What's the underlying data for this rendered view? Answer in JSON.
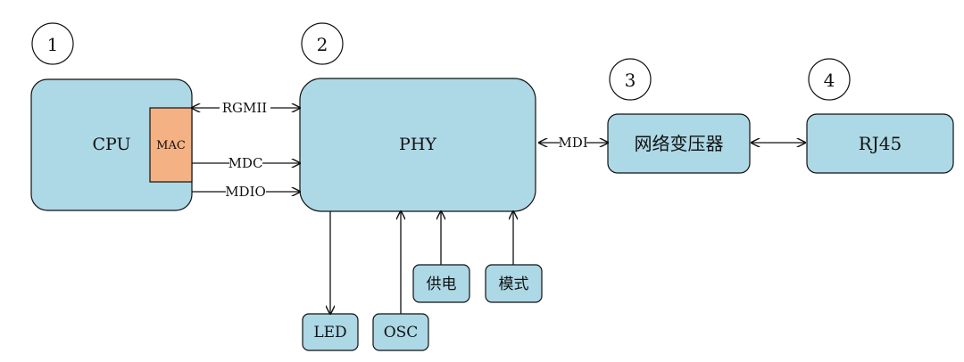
{
  "diagram": {
    "markers": {
      "m1": "1",
      "m2": "2",
      "m3": "3",
      "m4": "4"
    },
    "blocks": {
      "cpu": "CPU",
      "mac": "MAC",
      "phy": "PHY",
      "transformer": "网络变压器",
      "rj45": "RJ45",
      "power": "供电",
      "mode": "模式",
      "led": "LED",
      "osc": "OSC"
    },
    "signals": {
      "rgmii": "RGMII",
      "mdc": "MDC",
      "mdio": "MDIO",
      "mdi": "MDI"
    },
    "colors": {
      "block_fill": "#add8e6",
      "mac_fill": "#f4b183",
      "stroke": "#111111",
      "arrow": "#111111"
    }
  }
}
